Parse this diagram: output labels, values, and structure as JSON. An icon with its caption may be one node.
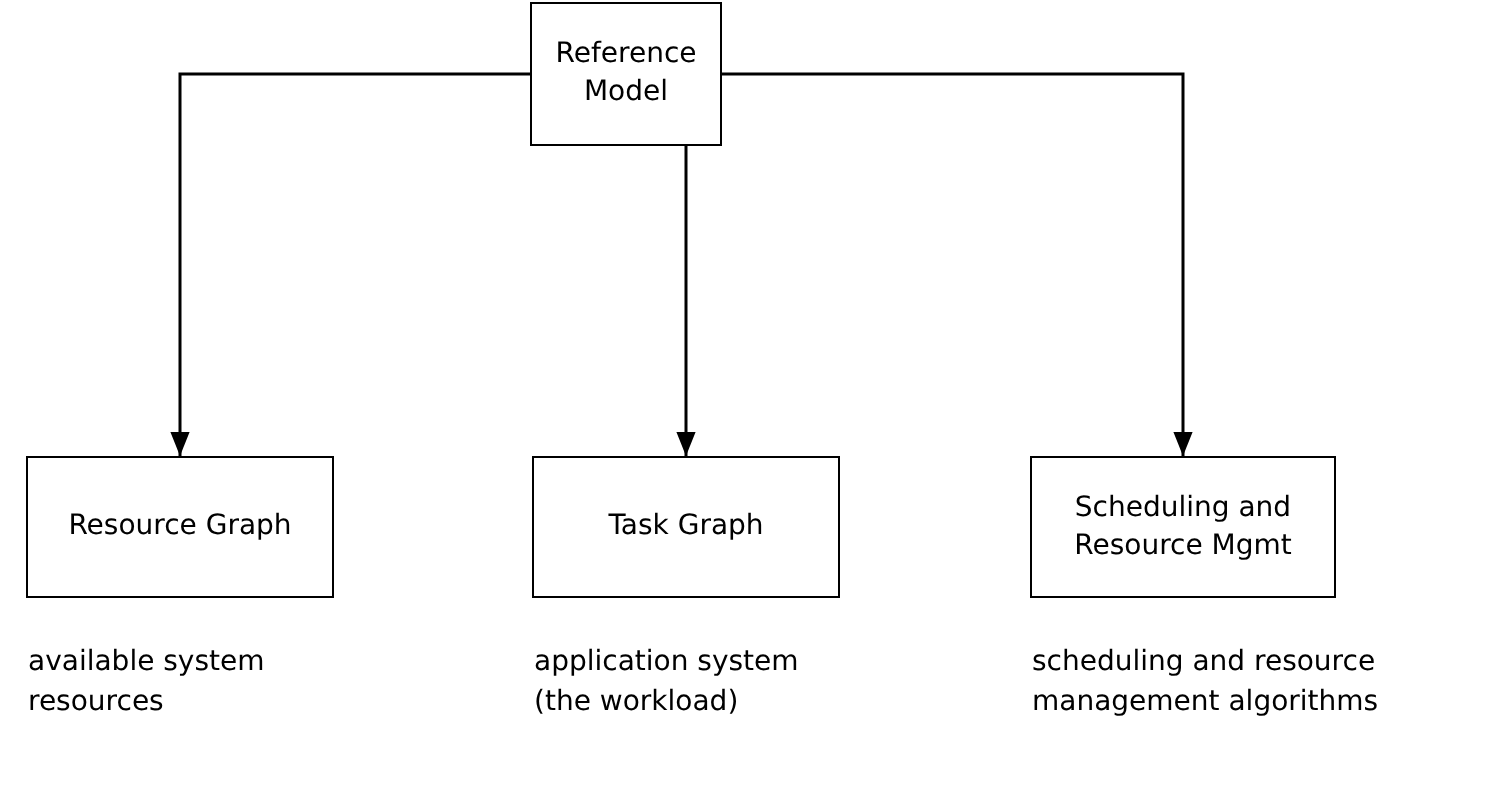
{
  "diagram": {
    "nodes": [
      {
        "text": [
          "Reference Model"
        ]
      },
      {
        "text": [
          "Resource Graph"
        ],
        "beside": [
          "available system resources"
        ]
      },
      {
        "text": [
          "Task Graph"
        ],
        "beside": [
          "application system (the workload)"
        ]
      },
      {
        "text": [
          "Scheduling and Resource Mgmt"
        ],
        "beside": [
          "scheduling and resource management algorithms"
        ]
      }
    ],
    "edges": [
      {
        "from": 0,
        "to": 1,
        "arrow": "to"
      },
      {
        "from": 0,
        "to": 2,
        "arrow": "to"
      },
      {
        "from": 0,
        "to": 3,
        "arrow": "to"
      }
    ]
  }
}
